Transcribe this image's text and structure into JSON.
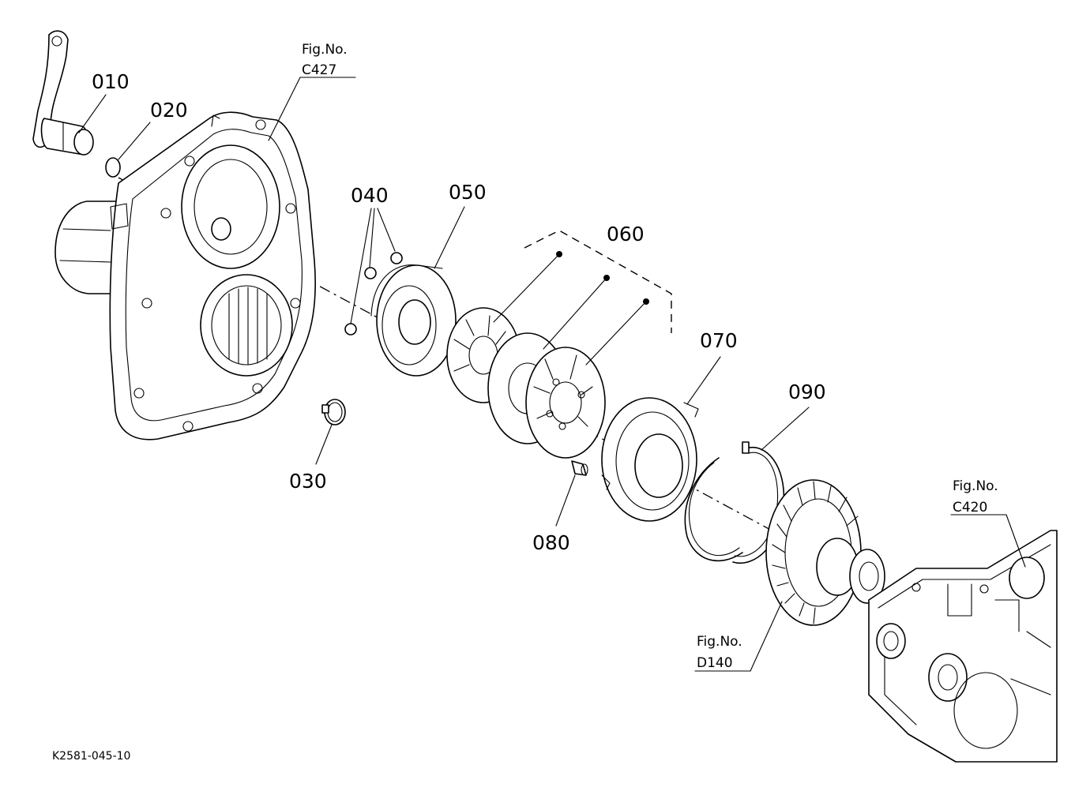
{
  "callouts": {
    "p010": "010",
    "p020": "020",
    "p030": "030",
    "p040": "040",
    "p050": "050",
    "p060": "060",
    "p070": "070",
    "p080": "080",
    "p090": "090"
  },
  "figure_refs": {
    "c427": {
      "line1": "Fig.No.",
      "line2": "C427"
    },
    "c420": {
      "line1": "Fig.No.",
      "line2": "C420"
    },
    "d140": {
      "line1": "Fig.No.",
      "line2": "D140"
    }
  },
  "drawing_code": "K2581-045-10"
}
